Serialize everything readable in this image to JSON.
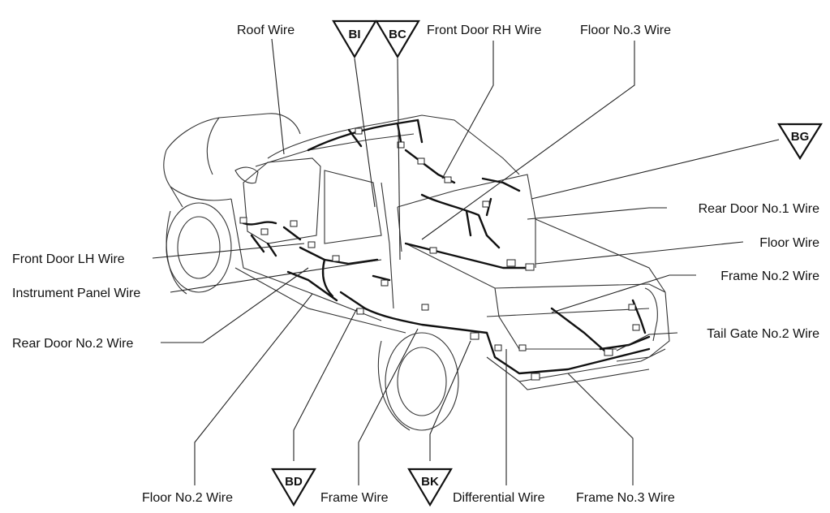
{
  "labels": {
    "roof_wire": "Roof Wire",
    "front_door_rh_wire": "Front Door RH Wire",
    "floor_no3_wire": "Floor No.3 Wire",
    "rear_door_no1_wire": "Rear Door No.1 Wire",
    "floor_wire": "Floor Wire",
    "frame_no2_wire": "Frame No.2 Wire",
    "tail_gate_no2_wire": "Tail Gate No.2 Wire",
    "front_door_lh_wire": "Front Door LH Wire",
    "instrument_panel_wire": "Instrument Panel Wire",
    "rear_door_no2_wire": "Rear Door No.2 Wire",
    "floor_no2_wire": "Floor No.2 Wire",
    "frame_wire": "Frame Wire",
    "differential_wire": "Differential Wire",
    "frame_no3_wire": "Frame No.3 Wire"
  },
  "markers": {
    "bi": "BI",
    "bc": "BC",
    "bg": "BG",
    "bd": "BD",
    "bk": "BK"
  }
}
